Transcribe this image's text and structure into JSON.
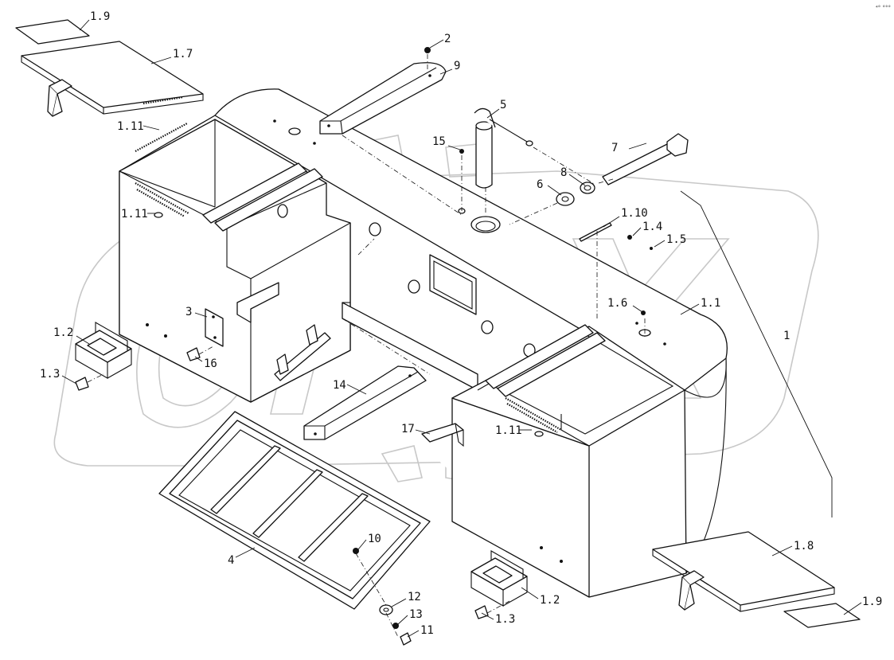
{
  "watermark": {
    "text": "OPEX"
  },
  "corner_mark": "⁴° °°°",
  "callouts": [
    {
      "id": "c-1-9-top",
      "text": "1.9"
    },
    {
      "id": "c-1-7",
      "text": "1.7"
    },
    {
      "id": "c-2",
      "text": "2"
    },
    {
      "id": "c-9",
      "text": "9"
    },
    {
      "id": "c-5",
      "text": "5"
    },
    {
      "id": "c-15",
      "text": "15"
    },
    {
      "id": "c-7",
      "text": "7"
    },
    {
      "id": "c-8",
      "text": "8"
    },
    {
      "id": "c-6",
      "text": "6"
    },
    {
      "id": "c-1-11-top",
      "text": "1.11"
    },
    {
      "id": "c-1-11-left",
      "text": "1.11"
    },
    {
      "id": "c-1-10",
      "text": "1.10"
    },
    {
      "id": "c-1-4",
      "text": "1.4"
    },
    {
      "id": "c-1-5",
      "text": "1.5"
    },
    {
      "id": "c-1-6",
      "text": "1.6"
    },
    {
      "id": "c-1-1",
      "text": "1.1"
    },
    {
      "id": "c-1",
      "text": "1"
    },
    {
      "id": "c-3",
      "text": "3"
    },
    {
      "id": "c-1-2-left",
      "text": "1.2"
    },
    {
      "id": "c-1-3-left",
      "text": "1.3"
    },
    {
      "id": "c-16",
      "text": "16"
    },
    {
      "id": "c-14",
      "text": "14"
    },
    {
      "id": "c-17",
      "text": "17"
    },
    {
      "id": "c-1-11-right",
      "text": "1.11"
    },
    {
      "id": "c-10",
      "text": "10"
    },
    {
      "id": "c-4",
      "text": "4"
    },
    {
      "id": "c-12",
      "text": "12"
    },
    {
      "id": "c-13",
      "text": "13"
    },
    {
      "id": "c-11",
      "text": "11"
    },
    {
      "id": "c-1-3-right",
      "text": "1.3"
    },
    {
      "id": "c-1-2-right",
      "text": "1.2"
    },
    {
      "id": "c-1-8",
      "text": "1.8"
    },
    {
      "id": "c-1-9-bottom",
      "text": "1.9"
    }
  ]
}
